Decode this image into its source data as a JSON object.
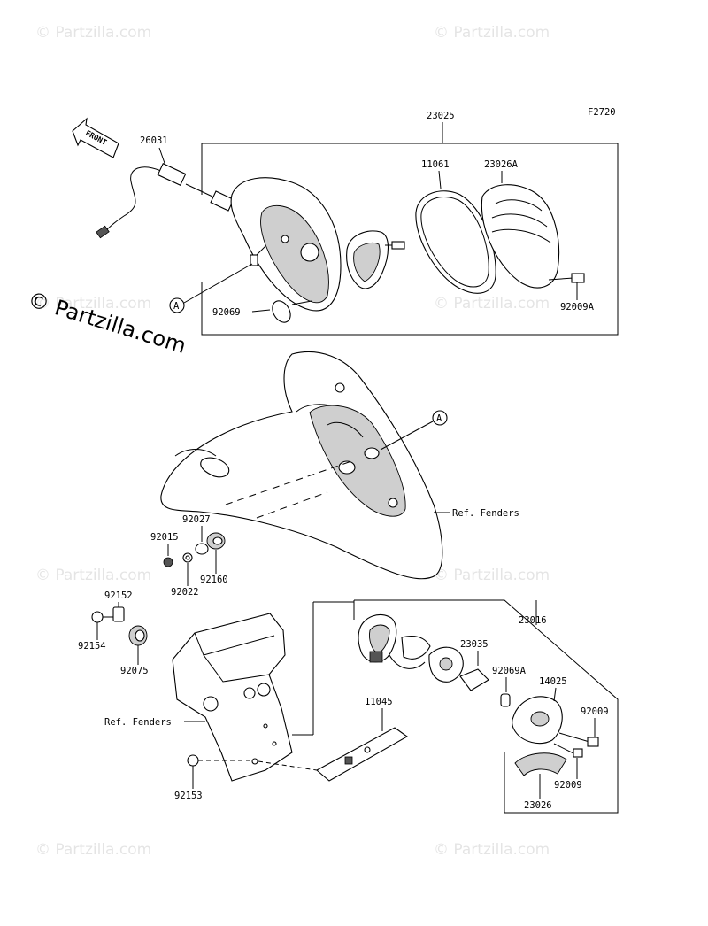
{
  "diagram_code": "F2720",
  "watermark": "© Partzilla.com",
  "front_label": "FRONT",
  "callout_ref": "A",
  "parts": {
    "p23025": "23025",
    "p26031": "26031",
    "p11061": "11061",
    "p23026a": "23026A",
    "p92069": "92069",
    "p92009a": "92009A",
    "p92027": "92027",
    "p92015": "92015",
    "p92022": "92022",
    "p92160": "92160",
    "p92152": "92152",
    "p92154": "92154",
    "p92075": "92075",
    "p92153": "92153",
    "p11045": "11045",
    "p23016": "23016",
    "p23035": "23035",
    "p92069a": "92069A",
    "p14025": "14025",
    "p92009_1": "92009",
    "p92009_2": "92009",
    "p23026": "23026"
  },
  "ref_fenders_1": "Ref. Fenders",
  "ref_fenders_2": "Ref. Fenders"
}
